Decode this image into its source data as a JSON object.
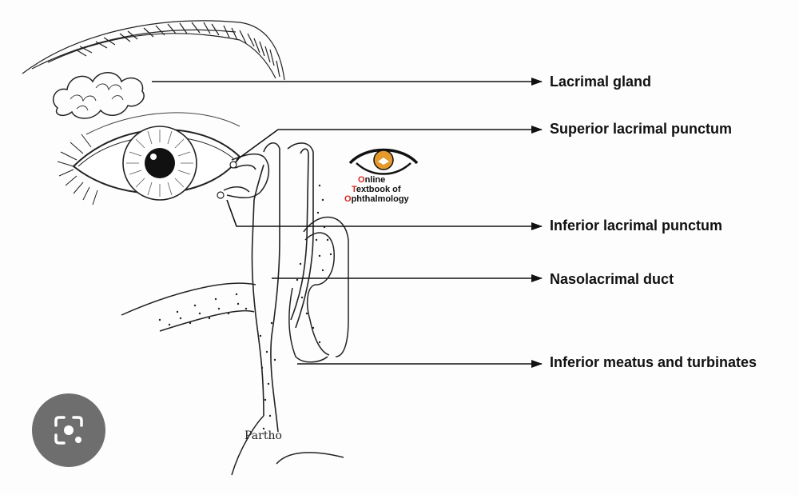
{
  "labels": {
    "lacrimal_gland": "Lacrimal gland",
    "superior_punctum": "Superior lacrimal punctum",
    "inferior_punctum": "Inferior lacrimal punctum",
    "nasolacrimal_duct": "Nasolacrimal duct",
    "inferior_meatus": "Inferior meatus and turbinates"
  },
  "watermark": {
    "line1": "Online",
    "line2": "Textbook of",
    "line3": "Ophthalmology"
  },
  "signature": "Partho",
  "overlay": {
    "icon": "camera-lens-icon"
  },
  "colors": {
    "logo_accent": "#d8261c",
    "logo_circle": "#e59a2c",
    "overlay_bg": "#5a5a5a"
  }
}
